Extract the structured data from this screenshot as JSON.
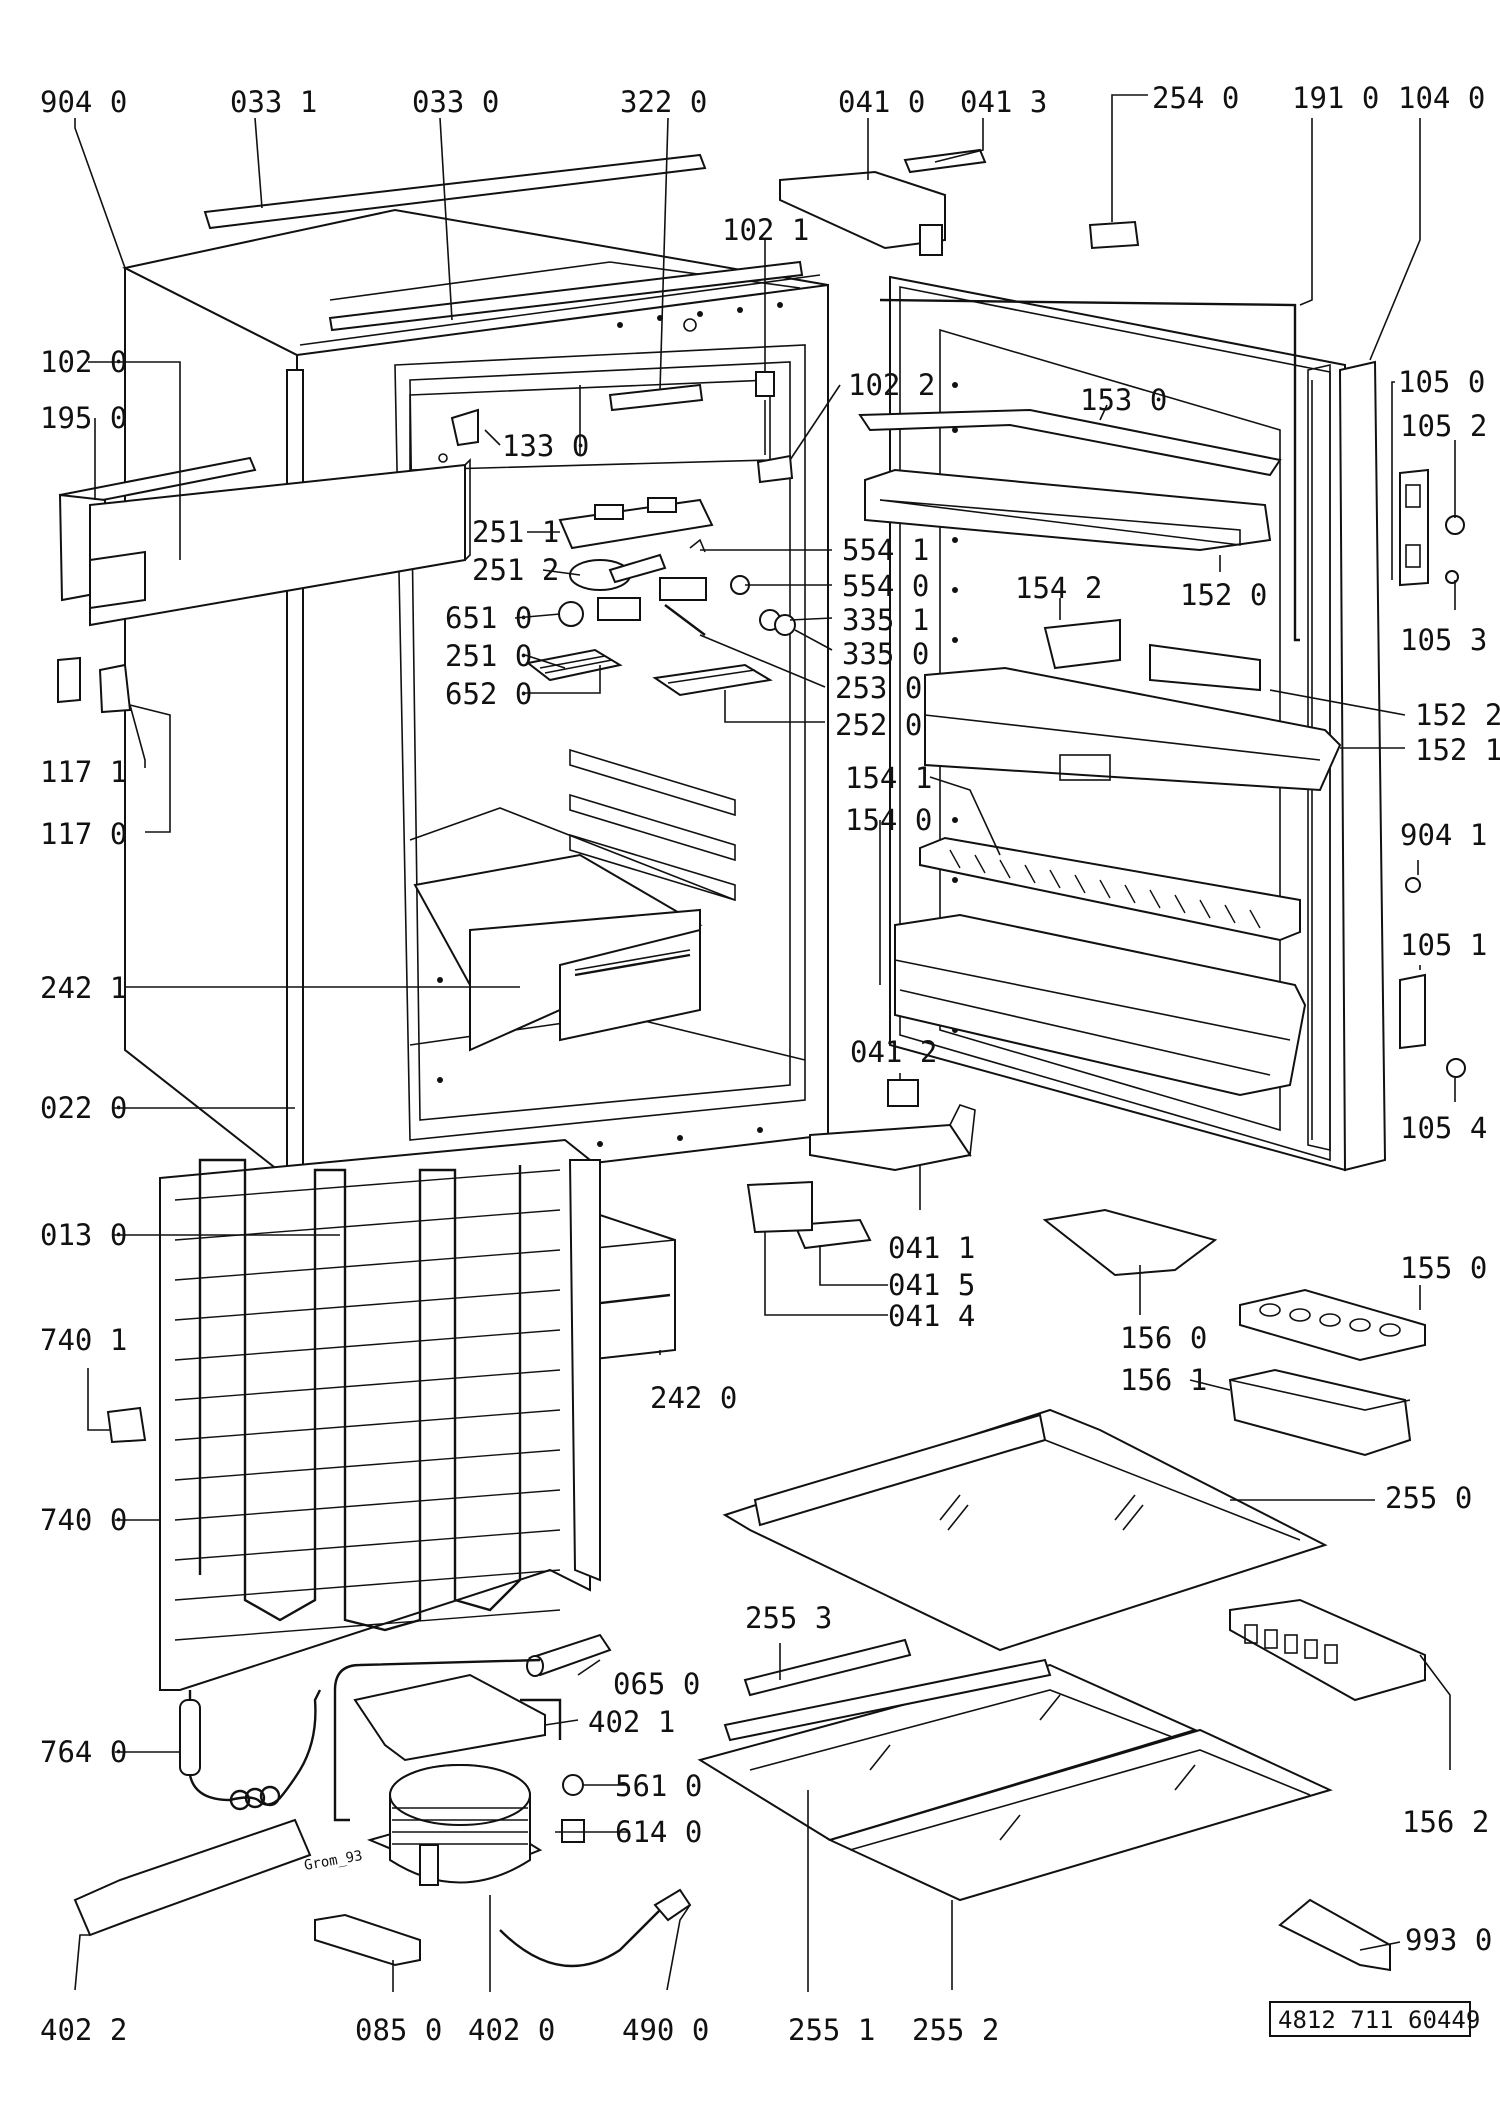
{
  "labels": {
    "l9040": "904 0",
    "l0331": "033 1",
    "l0330": "033 0",
    "l3220": "322 0",
    "l0410": "041 0",
    "l0413": "041 3",
    "l2540": "254 0",
    "l1910": "191 0",
    "l1040": "104 0",
    "l1021": "102 1",
    "l1020": "102 0",
    "l1950": "195 0",
    "l1330": "133 0",
    "l1022": "102 2",
    "l1530": "153 0",
    "l1050": "105 0",
    "l1052": "105 2",
    "l2511": "251 1",
    "l2512": "251 2",
    "l5541": "554 1",
    "l5540": "554 0",
    "l1542": "154 2",
    "l1520": "152 0",
    "l6510": "651 0",
    "l3351": "335 1",
    "l3350": "335 0",
    "l1053": "105 3",
    "l2510": "251 0",
    "l2530": "253 0",
    "l6520": "652 0",
    "l1522": "152 2",
    "l2520": "252 0",
    "l1521": "152 1",
    "l1171": "117 1",
    "l1541": "154 1",
    "l1540": "154 0",
    "l9041": "904 1",
    "l1170": "117 0",
    "l1051": "105 1",
    "l2421": "242 1",
    "l0412": "041 2",
    "l1054": "105 4",
    "l0220": "022 0",
    "l0411": "041 1",
    "l0130": "013 0",
    "l0415": "041 5",
    "l0414": "041 4",
    "l1550": "155 0",
    "l7401": "740 1",
    "l1560": "156 0",
    "l1561": "156 1",
    "l2420": "242 0",
    "l7400": "740 0",
    "l2550": "255 0",
    "l2553": "255 3",
    "l0650": "065 0",
    "l4021": "402 1",
    "l7640": "764 0",
    "l5610": "561 0",
    "l6140": "614 0",
    "l1562": "156 2",
    "l9930": "993 0",
    "l4022": "402 2",
    "l0850": "085 0",
    "l4020": "402 0",
    "l4900": "490 0",
    "l2551": "255 1",
    "l2552": "255 2"
  },
  "drawing_code": "4812 711 60449",
  "drawing_note": "Grom_93"
}
